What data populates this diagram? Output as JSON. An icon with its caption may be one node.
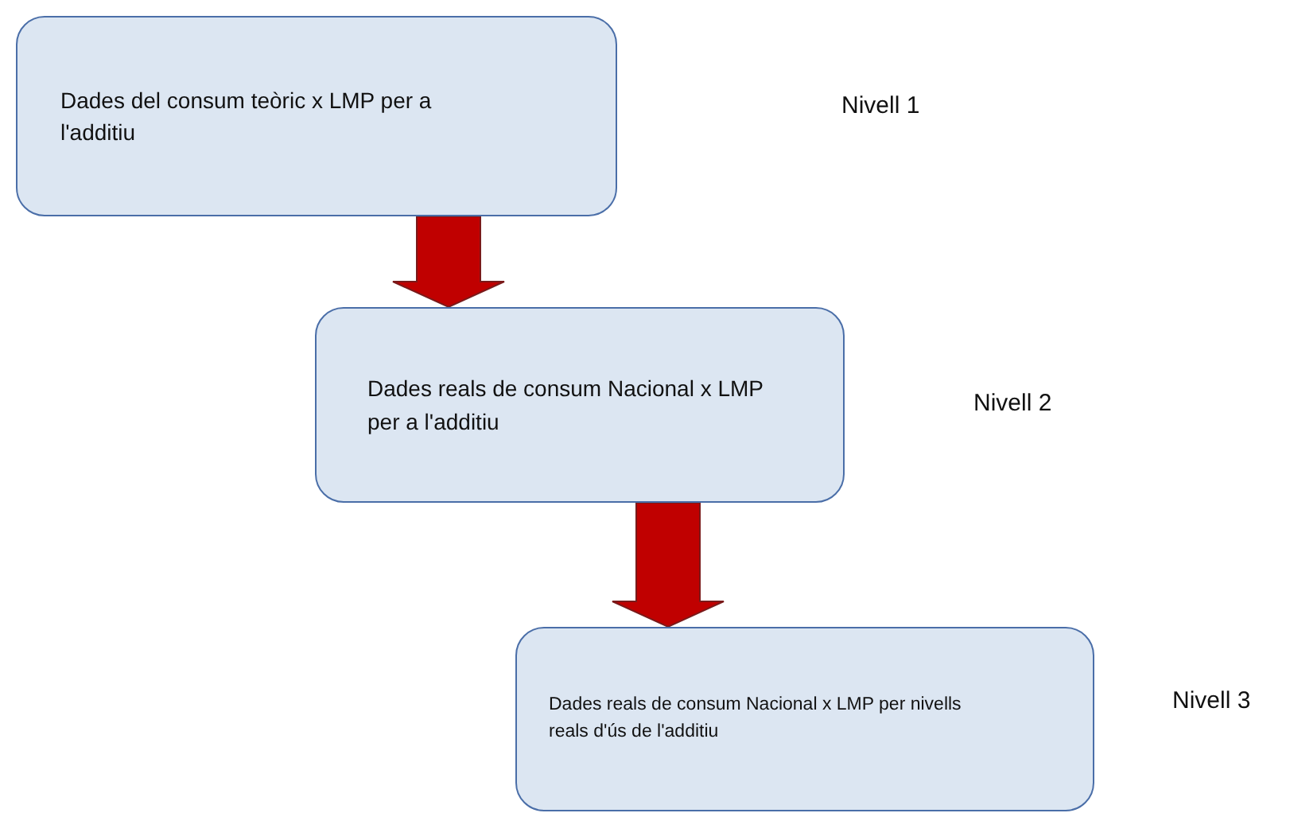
{
  "diagram": {
    "nodes": [
      {
        "text": [
          "Dades del consum teòric x LMP per a l'additiu"
        ]
      },
      {
        "text": [
          "Dades reals de consum Nacional x LMP per a l'additiu"
        ]
      },
      {
        "text": [
          "Dades reals de consum Nacional x LMP per nivells reals d'ús de l'additiu"
        ]
      }
    ],
    "edges": [
      {
        "from": 0,
        "to": 1,
        "arrow": "to",
        "style": "thick"
      },
      {
        "from": 1,
        "to": 2,
        "arrow": "to",
        "style": "thick"
      }
    ],
    "labels": [
      "Nivell 1",
      "Nivell 2",
      "Nivell 3"
    ]
  }
}
